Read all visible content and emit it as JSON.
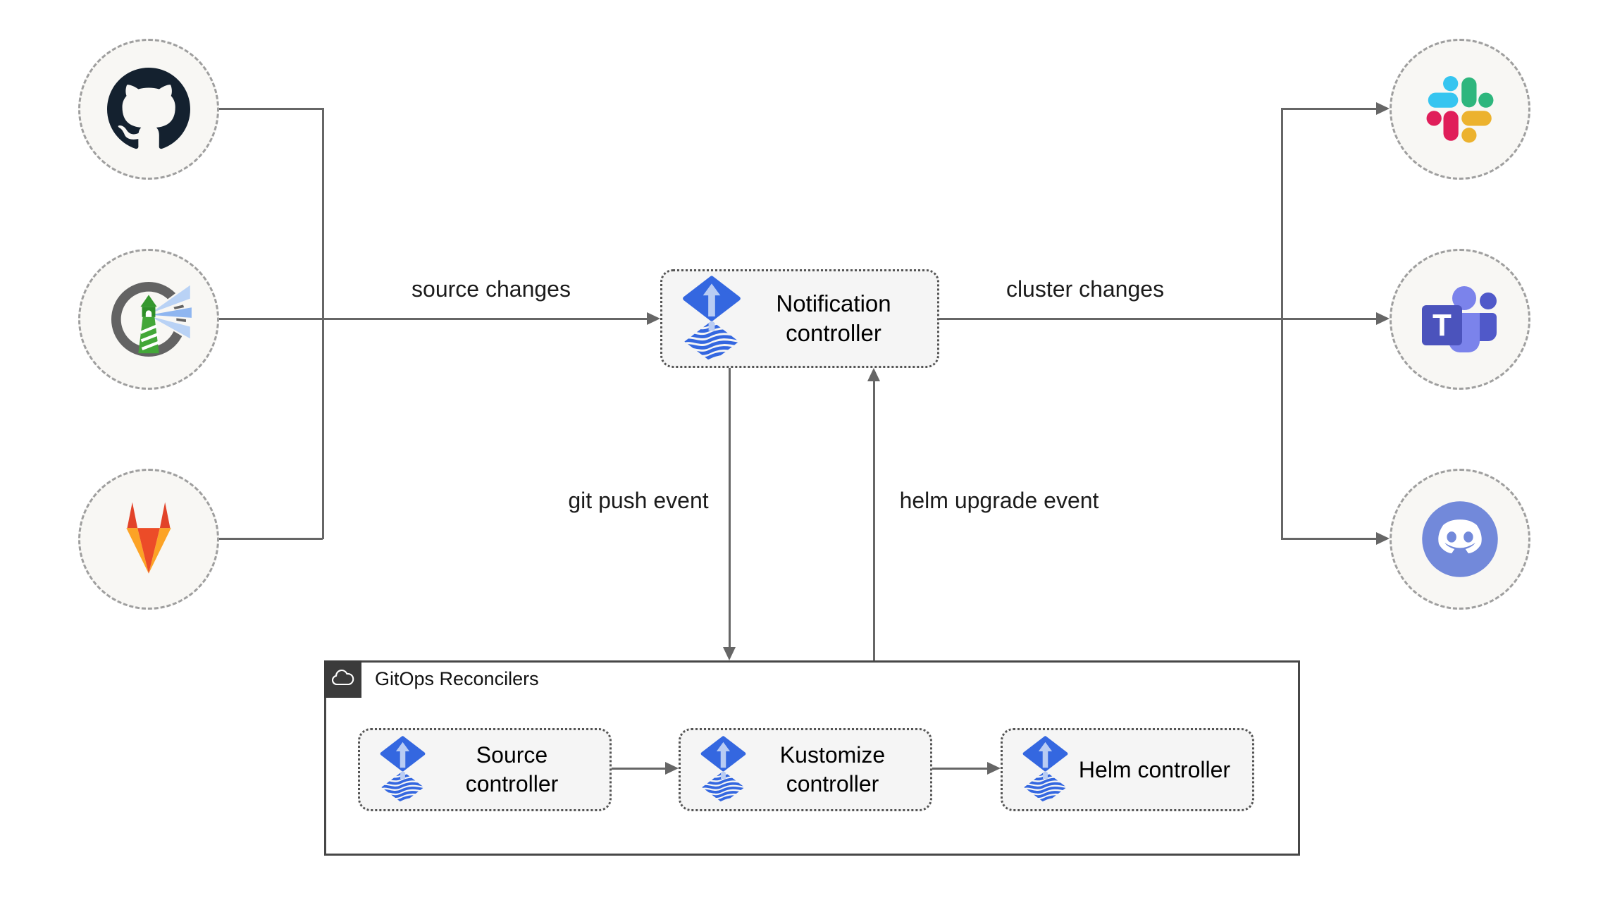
{
  "diagram": {
    "edge_labels": {
      "source_changes": "source changes",
      "cluster_changes": "cluster changes",
      "git_push_event": "git push event",
      "helm_upgrade_event": "helm upgrade event"
    },
    "nodes": {
      "notification": {
        "label": "Notification controller",
        "icon": "flux-icon"
      },
      "source": {
        "label": "Source controller",
        "icon": "flux-icon"
      },
      "kustomize": {
        "label": "Kustomize controller",
        "icon": "flux-icon"
      },
      "helm": {
        "label": "Helm controller",
        "icon": "flux-icon"
      }
    },
    "container": {
      "title": "GitOps Reconcilers",
      "icon": "cloud-icon"
    },
    "sources": [
      {
        "name": "github",
        "icon": "github-icon"
      },
      {
        "name": "harbor",
        "icon": "harbor-icon"
      },
      {
        "name": "gitlab",
        "icon": "gitlab-icon"
      }
    ],
    "targets": [
      {
        "name": "slack",
        "icon": "slack-icon"
      },
      {
        "name": "teams",
        "icon": "microsoft-teams-icon"
      },
      {
        "name": "discord",
        "icon": "discord-icon"
      }
    ],
    "icons": {
      "teams_letter": "T"
    },
    "colors": {
      "flux_blue": "#3467e0",
      "flux_arrow_light": "#b9ccf3",
      "edge_gray": "#666666",
      "node_bg": "#f5f5f5",
      "circle_bg": "#f8f7f4",
      "badge_bg": "#3b3b3b",
      "github": "#14212f",
      "harbor_green": "#43a738",
      "gitlab": [
        "#e24329",
        "#fc6d26",
        "#fca326"
      ],
      "slack": [
        "#36c5f0",
        "#2eb67d",
        "#e01e5a",
        "#ecb22e"
      ],
      "teams": [
        "#4b53bc",
        "#7b83eb",
        "#5059c9"
      ],
      "discord": "#7289da"
    }
  }
}
